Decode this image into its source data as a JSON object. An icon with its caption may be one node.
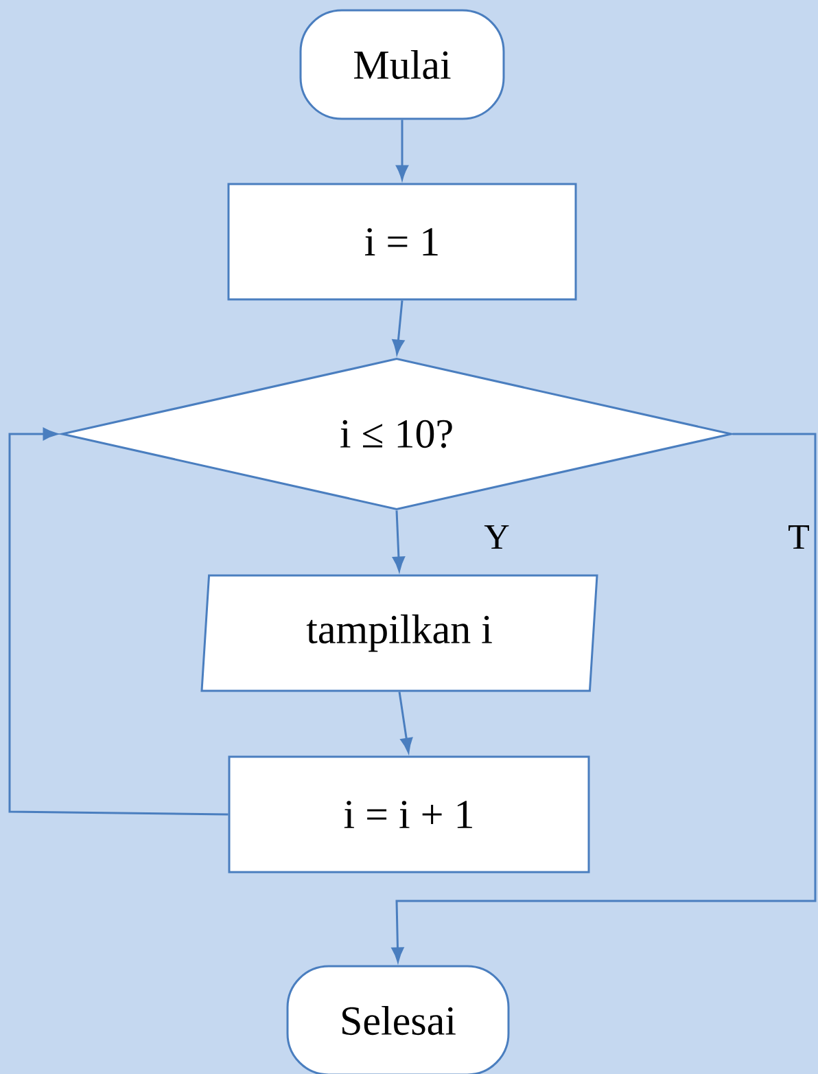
{
  "diagram": {
    "nodes": [
      {
        "text": [
          "Mulai"
        ]
      },
      {
        "text": [
          "i = 1"
        ]
      },
      {
        "text": [
          "i ≤ 10?"
        ]
      },
      {
        "text": [
          "tampilkan i"
        ]
      },
      {
        "text": [
          "i = i + 1"
        ]
      },
      {
        "text": [
          "Selesai"
        ]
      }
    ],
    "edges": [
      {
        "from": 0,
        "to": 1,
        "arrow": "to"
      },
      {
        "from": 1,
        "to": 2,
        "arrow": "to"
      },
      {
        "from": 2,
        "to": 3,
        "arrow": "to",
        "label": "Y"
      },
      {
        "from": 3,
        "to": 4,
        "arrow": "to"
      },
      {
        "from": 4,
        "to": 2,
        "arrow": "to"
      },
      {
        "from": 2,
        "to": 5,
        "arrow": "to",
        "label": "T"
      }
    ]
  }
}
